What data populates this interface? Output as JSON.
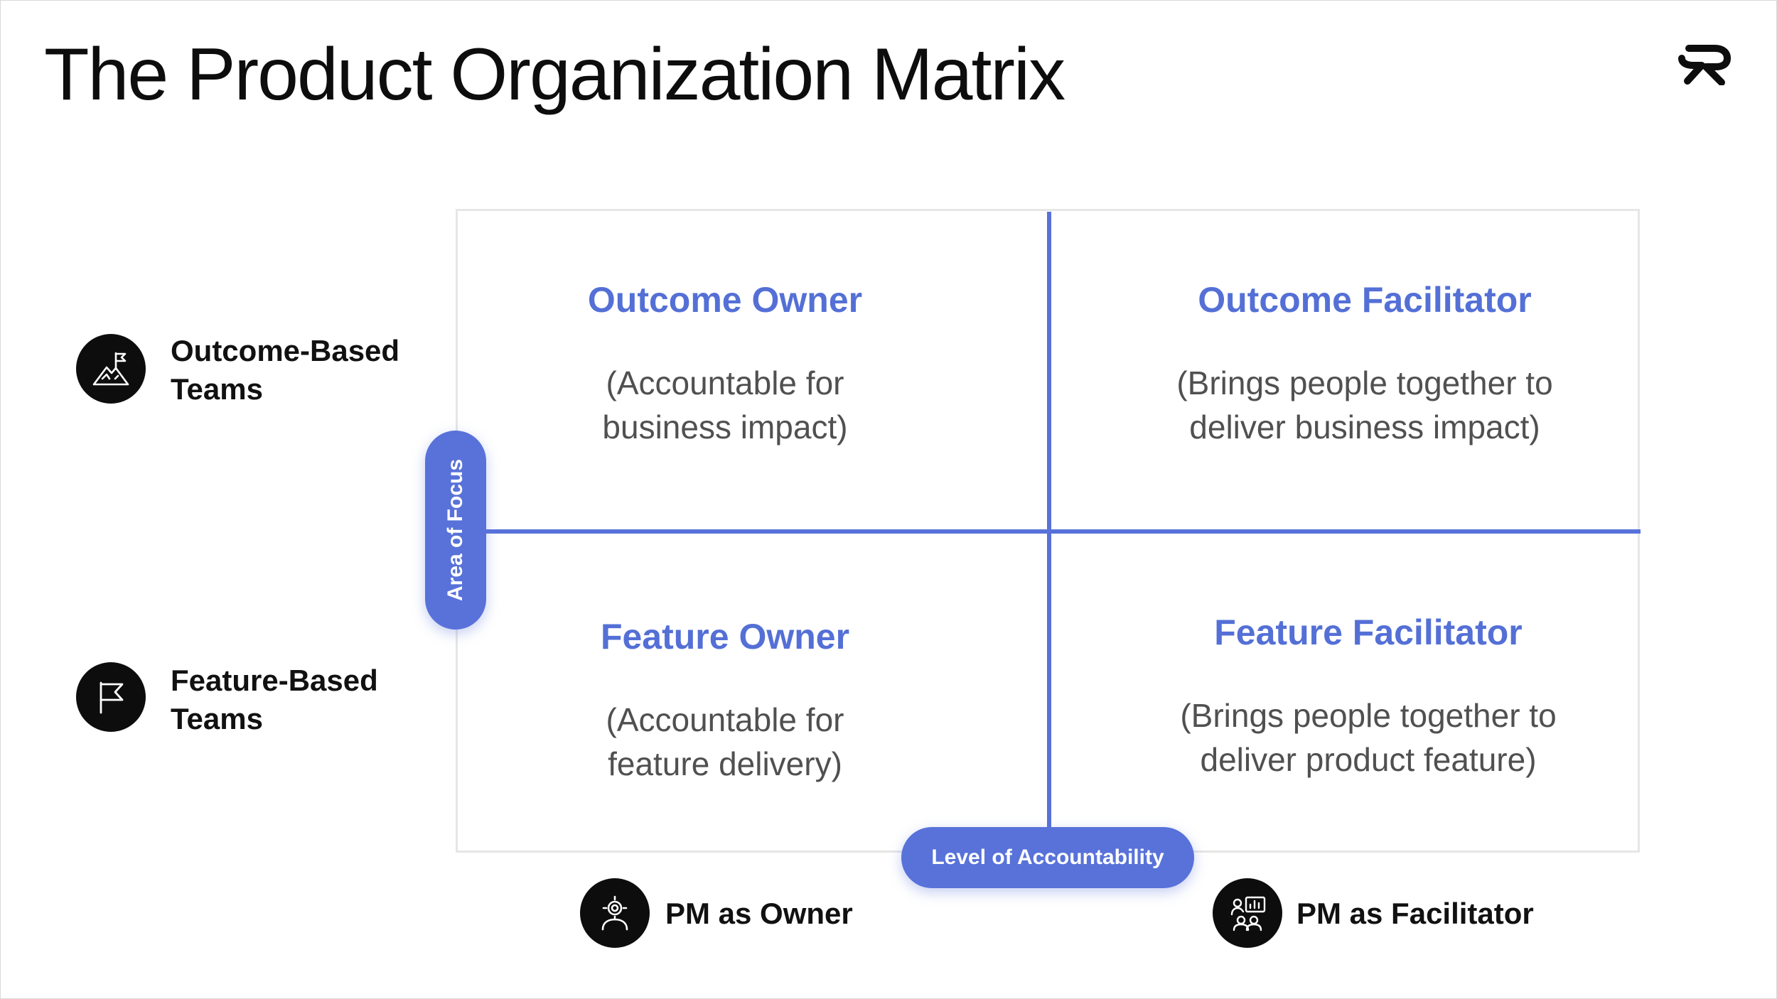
{
  "slide": {
    "title": "The Product Organization Matrix"
  },
  "brand": {
    "logo_icon": "brand-logo-icon",
    "accent_color": "#5872d9",
    "badge_color": "#0d0d0d"
  },
  "axes": {
    "vertical_label": "Area of Focus",
    "horizontal_label": "Level of Accountability"
  },
  "rows": [
    {
      "line1": "Outcome-Based",
      "line2": "Teams",
      "icon": "mountain-flag-icon"
    },
    {
      "line1": "Feature-Based",
      "line2": "Teams",
      "icon": "flag-icon"
    }
  ],
  "columns": [
    {
      "label": "PM as Owner",
      "icon": "person-target-icon"
    },
    {
      "label": "PM as Facilitator",
      "icon": "presenter-group-icon"
    }
  ],
  "quadrants": [
    {
      "title": "Outcome Owner",
      "desc_line1": "(Accountable for",
      "desc_line2": "business impact)"
    },
    {
      "title": "Outcome Facilitator",
      "desc_line1": "(Brings people together to",
      "desc_line2": "deliver business impact)"
    },
    {
      "title": "Feature Owner",
      "desc_line1": "(Accountable for",
      "desc_line2": "feature delivery)"
    },
    {
      "title": "Feature Facilitator",
      "desc_line1": "(Brings people together to",
      "desc_line2": "deliver product feature)"
    }
  ]
}
